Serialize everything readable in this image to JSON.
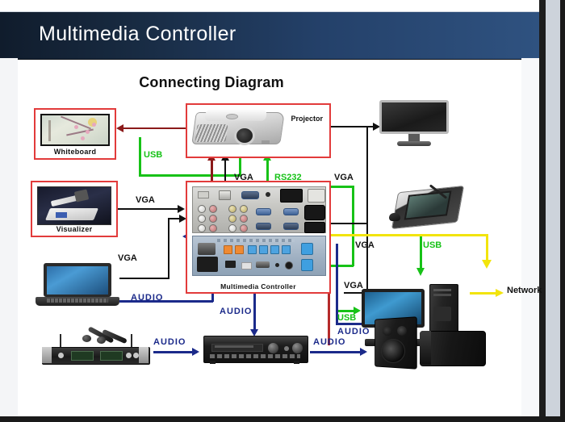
{
  "header": {
    "title": "Multimedia Controller"
  },
  "diagram": {
    "title": "Connecting Diagram",
    "nodes": {
      "whiteboard": "Whiteboard",
      "projector": "Projector",
      "monitor": "",
      "visualizer": "Visualizer",
      "controller": "Multimedia Controller",
      "tablet": "",
      "laptop": "",
      "pc": "",
      "mic_receiver": "",
      "amplifier": "",
      "speakers": ""
    },
    "labels": {
      "usb_whiteboard": "USB",
      "vga_visualizer": "VGA",
      "vga_laptop": "VGA",
      "audio_laptop": "AUDIO",
      "vga_projector": "VGA",
      "rs232_projector": "RS232",
      "vga_monitor": "VGA",
      "vga_tablet": "VGA",
      "usb_tablet": "USB",
      "vga_pc": "VGA",
      "usb_pc_top": "USB",
      "usb_pc_left": "USB",
      "audio_pc": "AUDIO",
      "network": "Network",
      "audio_down": "AUDIO",
      "audio_mic": "AUDIO",
      "audio_speaker": "AUDIO"
    },
    "colors": {
      "vga_wire": "#111111",
      "usb_wire": "#17c217",
      "rs232_wire": "#17c217",
      "audio_wire": "#1b2a8a",
      "network_wire": "#f2e40c",
      "video_wire": "#8b1a1a",
      "box_border": "#e23b3b",
      "banner_dark": "#101c2c",
      "banner_light": "#2f5280"
    }
  }
}
